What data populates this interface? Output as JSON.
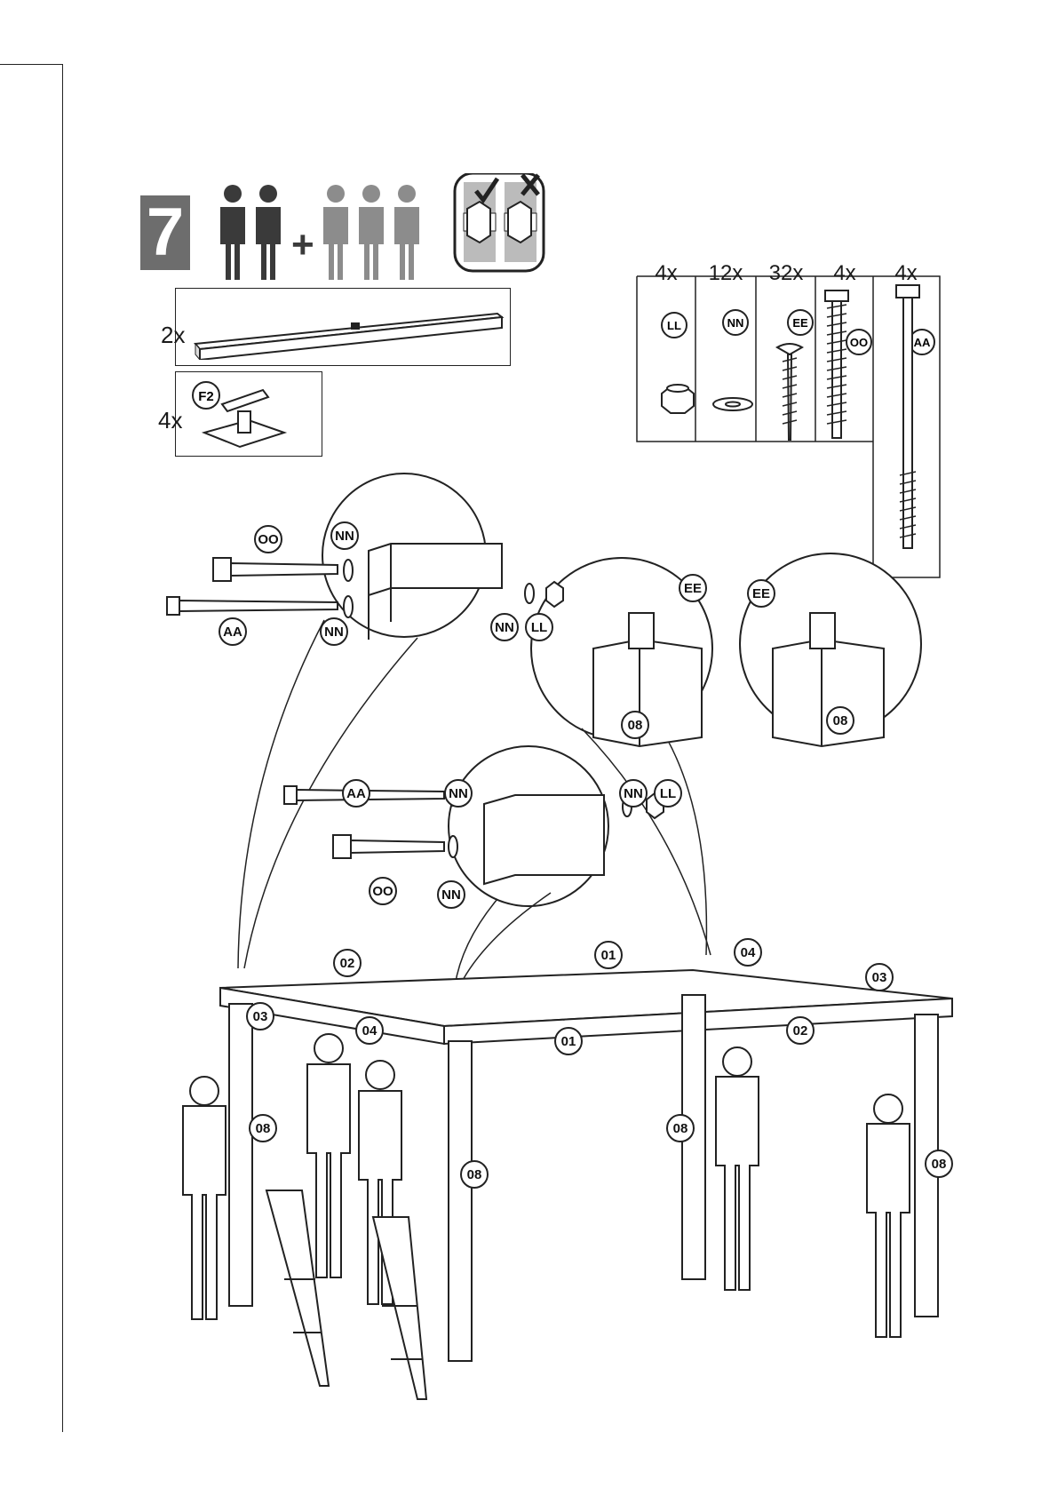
{
  "step": {
    "number": "7",
    "plus": "+"
  },
  "parts": {
    "beam": {
      "qty": "2x"
    },
    "bracket": {
      "qty": "4x",
      "code": "F2"
    }
  },
  "hardware": [
    {
      "qty": "4x",
      "code": "LL"
    },
    {
      "qty": "12x",
      "code": "NN"
    },
    {
      "qty": "32x",
      "code": "EE"
    },
    {
      "qty": "4x",
      "code": "OO"
    },
    {
      "qty": "4x",
      "code": "AA"
    }
  ],
  "callouts": {
    "oo": "OO",
    "nn": "NN",
    "aa": "AA",
    "ll": "LL",
    "ee": "EE",
    "post": "08"
  },
  "frame_labels": {
    "p01": "01",
    "p02": "02",
    "p03": "03",
    "p04": "04",
    "p08": "08"
  },
  "colors": {
    "badge": "#6d6d6d",
    "people_dark": "#3a3a3a",
    "people_light": "#8c8c8c",
    "line": "#222222"
  }
}
